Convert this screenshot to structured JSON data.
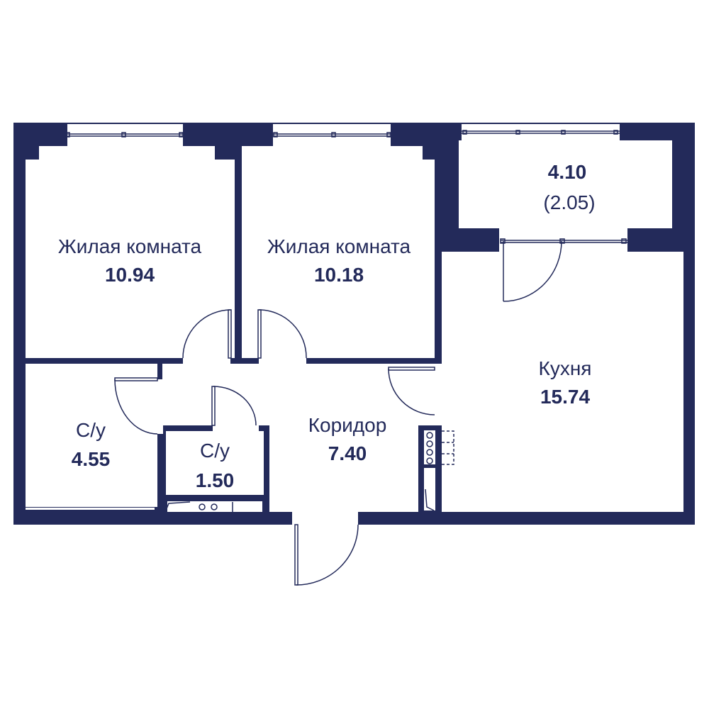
{
  "colors": {
    "wall": "#232a5a",
    "floor": "#ffffff"
  },
  "rooms": {
    "bedroom1": {
      "name": "Жилая комната",
      "area": "10.94"
    },
    "bedroom2": {
      "name": "Жилая комната",
      "area": "10.18"
    },
    "balcony": {
      "area": "4.10",
      "reduced_area": "(2.05)"
    },
    "kitchen": {
      "name": "Кухня",
      "area": "15.74"
    },
    "corridor": {
      "name": "Коридор",
      "area": "7.40"
    },
    "bathroom": {
      "name": "С/у",
      "area": "4.55"
    },
    "wc": {
      "name": "С/у",
      "area": "1.50"
    }
  }
}
